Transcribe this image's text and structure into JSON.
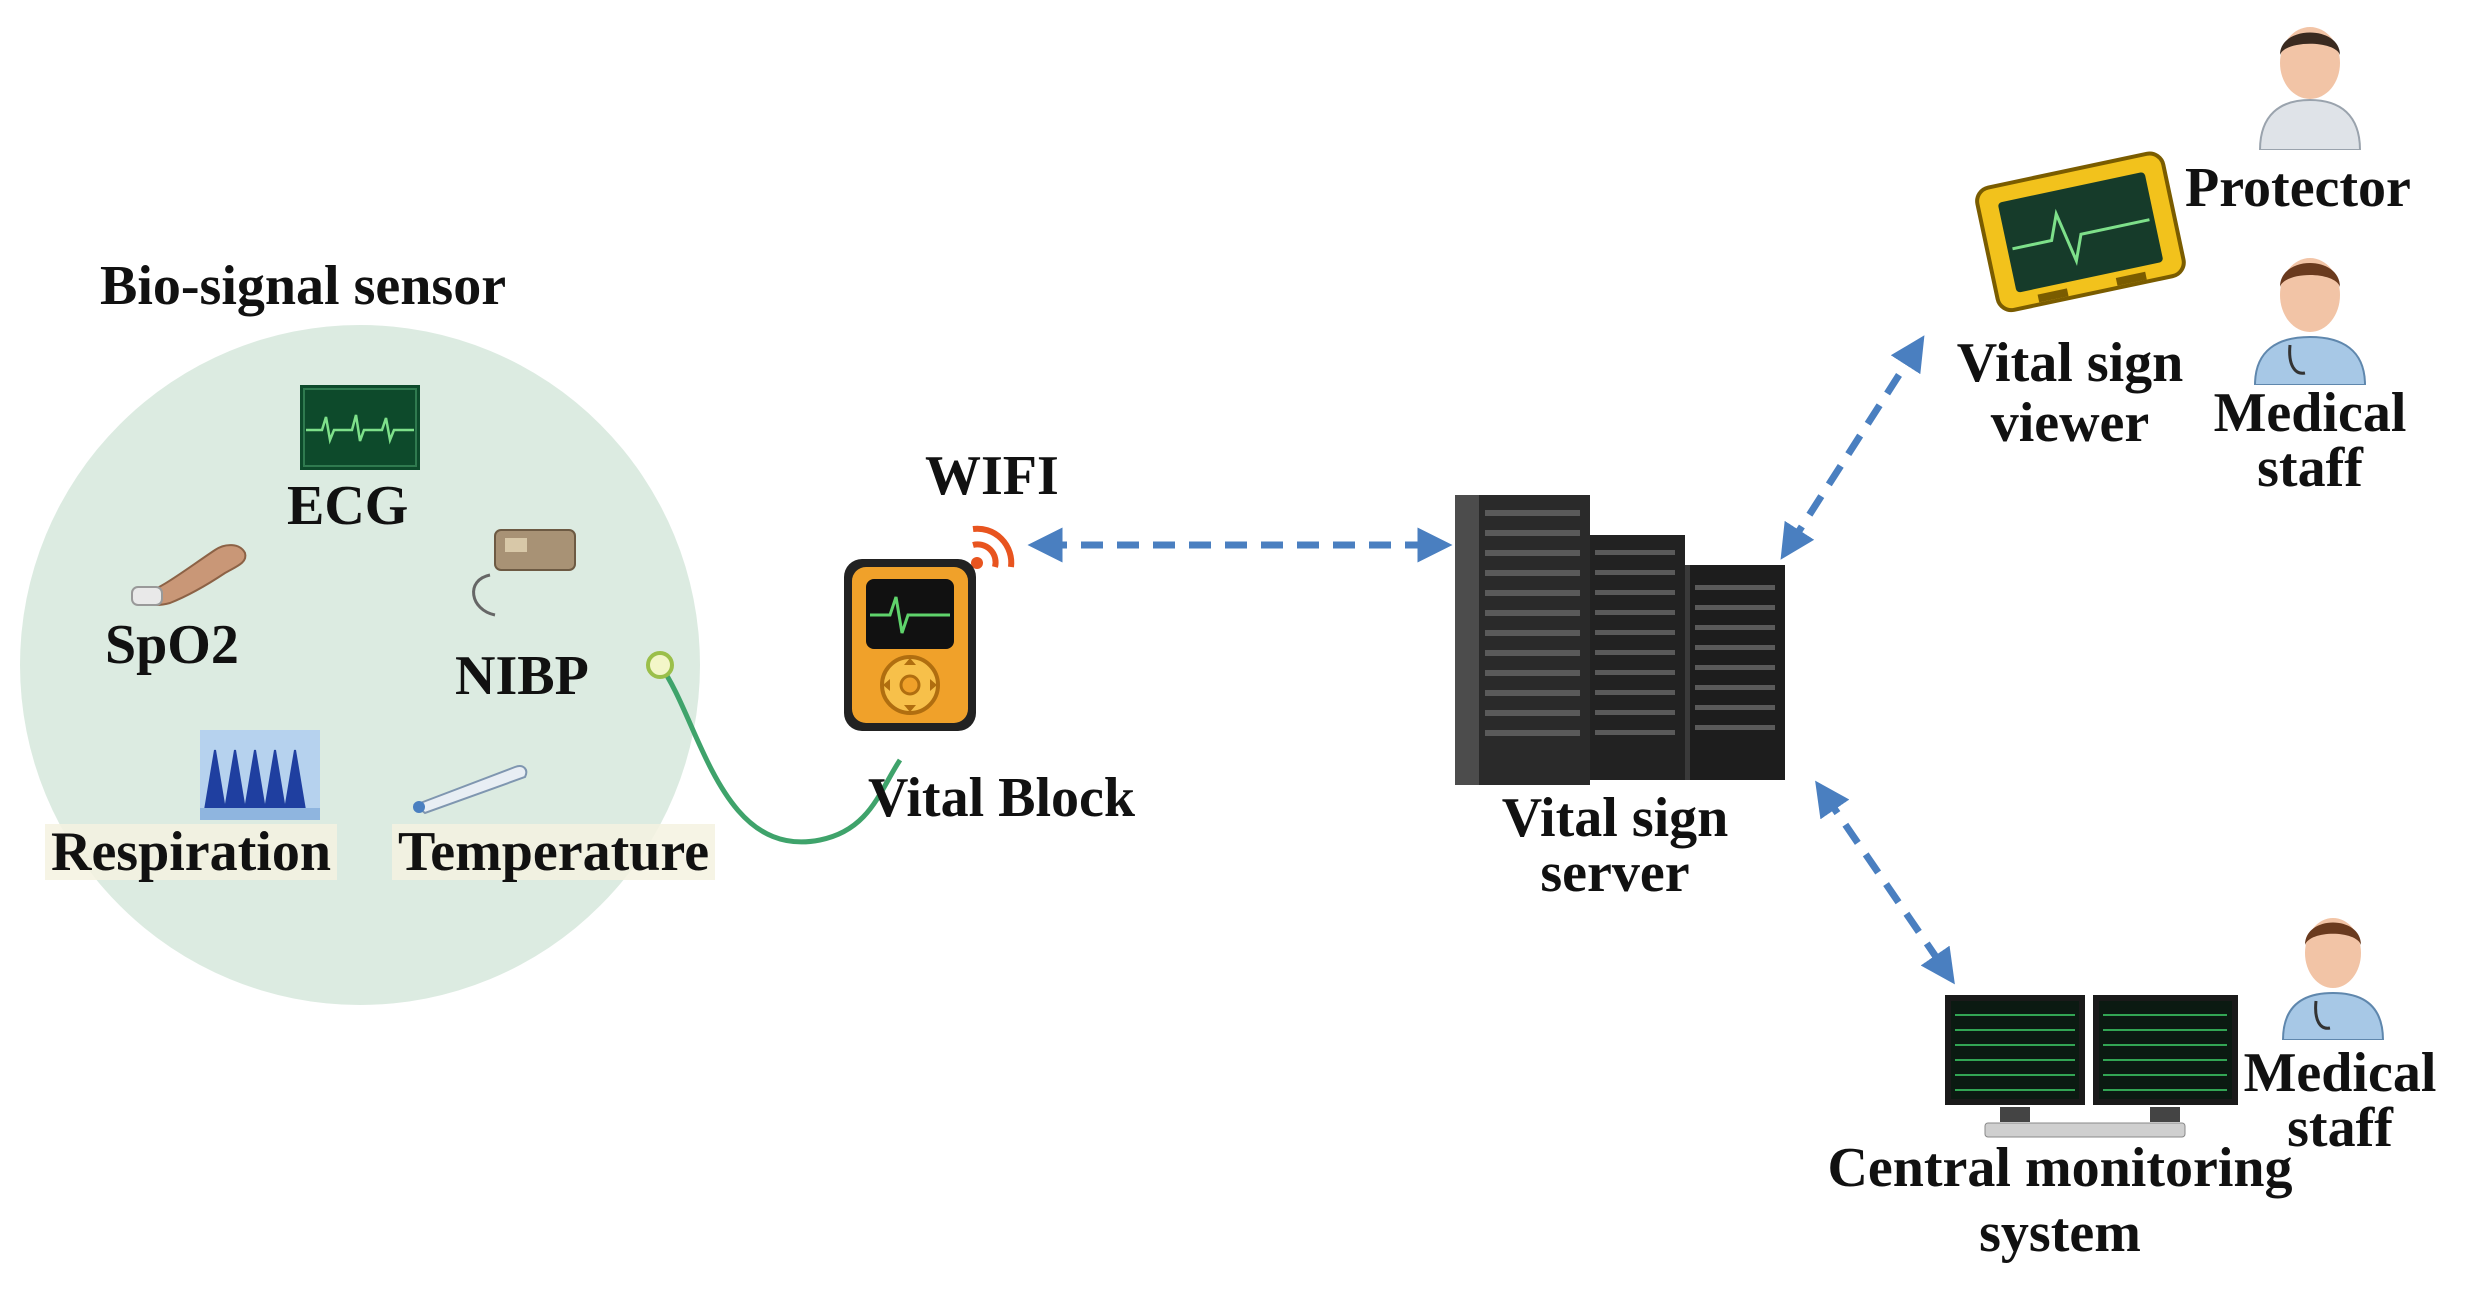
{
  "sensor_group": {
    "title": "Bio-signal sensor",
    "sensors": [
      "ECG",
      "SpO2",
      "NIBP",
      "Respiration",
      "Temperature"
    ]
  },
  "device": {
    "label": "Vital Block",
    "wireless": "WIFI"
  },
  "server": {
    "label_line1": "Vital sign",
    "label_line2": "server"
  },
  "viewer": {
    "label_line1": "Vital sign",
    "label_line2": "viewer",
    "users": [
      {
        "label_line1": "Protector",
        "label_line2": ""
      },
      {
        "label_line1": "Medical",
        "label_line2": "staff"
      }
    ]
  },
  "central": {
    "label_line1": "Central monitoring",
    "label_line2": "system",
    "user": {
      "label_line1": "Medical",
      "label_line2": "staff"
    }
  },
  "colors": {
    "sensor_circle": "#dcebe1",
    "arrow": "#4a7fc0",
    "wifi": "#e8541f",
    "device_body": "#f0a12a",
    "viewer_frame": "#f2c21c",
    "ecg_screen": "#0d4a2b"
  }
}
